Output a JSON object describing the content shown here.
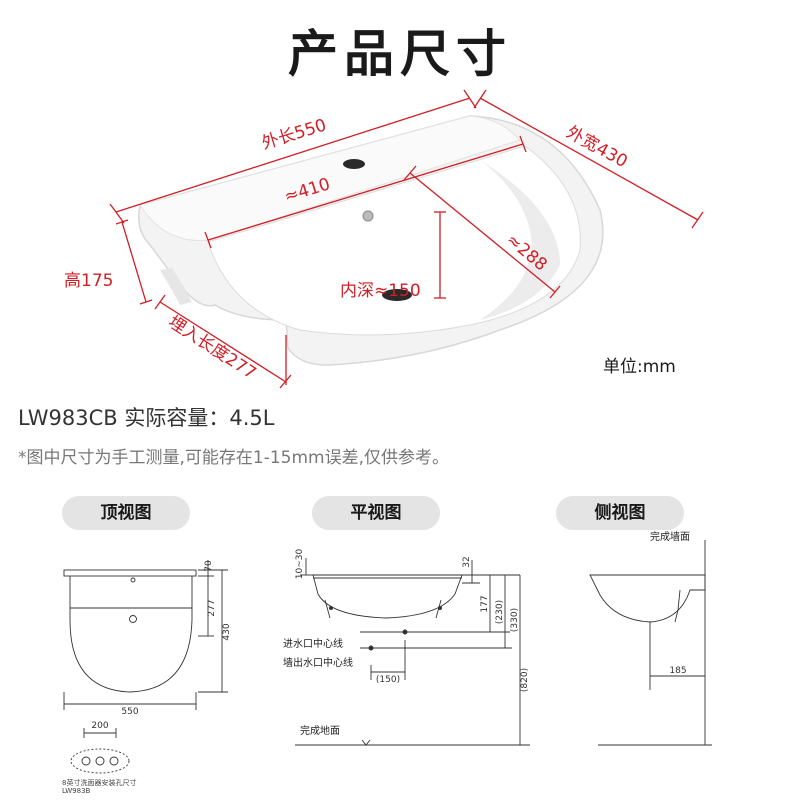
{
  "title": "产品尺寸",
  "dimensions": {
    "outer_length": "外长550",
    "outer_width": "外宽430",
    "inner_length": "≈410",
    "inner_width": "≈288",
    "inner_depth": "内深≈150",
    "height": "高175",
    "embed_length": "埋入长度277"
  },
  "unit": "单位:mm",
  "capacity": "LW983CB 实际容量：4.5L",
  "note": "*图中尺寸为手工测量,可能存在1-15mm误差,仅供参考。",
  "views": {
    "top": "顶视图",
    "plan": "平视图",
    "side": "侧视图"
  },
  "top_view": {
    "dim_70": "70",
    "dim_277": "277",
    "dim_430": "430",
    "dim_550": "550",
    "dim_200": "200",
    "caption_line1": "8英寸洗面器安装孔尺寸",
    "caption_line2": "LW983B"
  },
  "plan_view": {
    "dim_10_30": "10~30",
    "dim_32": "32",
    "dim_177": "177",
    "dim_230": "(230)",
    "dim_330": "(330)",
    "dim_820": "(820)",
    "dim_150": "(150)",
    "inlet_line": "进水口中心线",
    "wall_outlet_line": "墙出水口中心线",
    "floor_label": "完成地面"
  },
  "side_view": {
    "wall_label": "完成墙面",
    "dim_185": "185"
  },
  "colors": {
    "accent_red": "#d11e25",
    "pill_bg": "#e4e4e4",
    "text_dark": "#1a1a1a"
  }
}
